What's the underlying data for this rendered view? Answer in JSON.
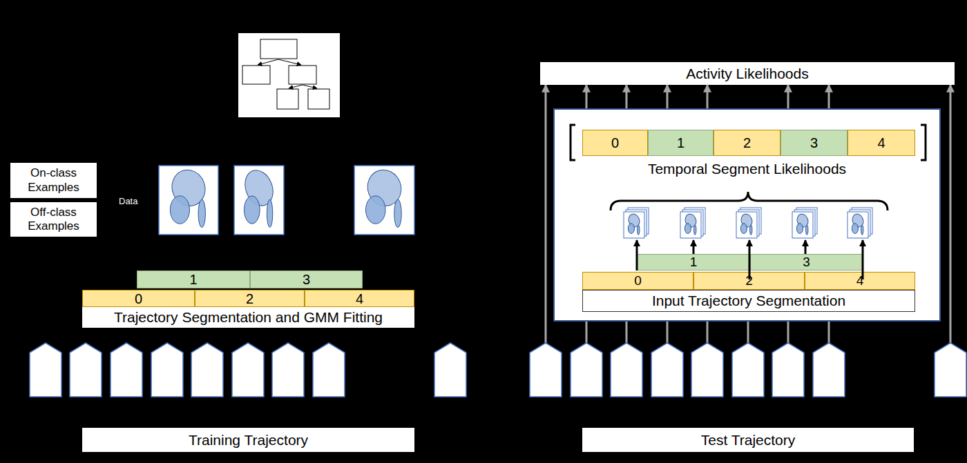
{
  "diagram": {
    "nodes": [
      {
        "text": [
          "On-class Examples"
        ]
      },
      {
        "text": [
          "Off-class Examples"
        ]
      },
      {
        "text": [
          "1"
        ]
      },
      {
        "text": [
          "3"
        ]
      },
      {
        "text": [
          "0"
        ]
      },
      {
        "text": [
          "2"
        ]
      },
      {
        "text": [
          "4"
        ]
      },
      {
        "text": [
          "Trajectory Segmentation and GMM Fitting"
        ]
      },
      {
        "text": [
          "Training Trajectory"
        ]
      },
      {
        "text": [
          "Activity Likelihoods"
        ]
      },
      {
        "text": [
          "Temporal Segment Likelihoods"
        ]
      },
      {
        "text": [
          "0"
        ],
        "in": 10
      },
      {
        "text": [
          "1"
        ],
        "in": 10
      },
      {
        "text": [
          "2"
        ],
        "in": 10
      },
      {
        "text": [
          "3"
        ],
        "in": 10
      },
      {
        "text": [
          "4"
        ],
        "in": 10
      },
      {
        "text": [
          "1"
        ],
        "in": 10
      },
      {
        "text": [
          "3"
        ],
        "in": 10
      },
      {
        "text": [
          "0"
        ],
        "in": 10
      },
      {
        "text": [
          "2"
        ],
        "in": 10
      },
      {
        "text": [
          "4"
        ],
        "in": 10
      },
      {
        "text": [
          "Input Trajectory Segmentation"
        ],
        "in": 10
      },
      {
        "text": [
          "Test Trajectory"
        ]
      }
    ],
    "edges": [
      {
        "from": 10,
        "to": 9,
        "arrow": "to"
      },
      {
        "from": 10,
        "to": 9,
        "arrow": "to"
      },
      {
        "from": 10,
        "to": 9,
        "arrow": "to"
      },
      {
        "from": 10,
        "to": 9,
        "arrow": "to"
      },
      {
        "from": 10,
        "to": 9,
        "arrow": "to"
      },
      {
        "from": 10,
        "to": 9,
        "arrow": "to"
      }
    ],
    "labels": [
      "Data"
    ]
  }
}
